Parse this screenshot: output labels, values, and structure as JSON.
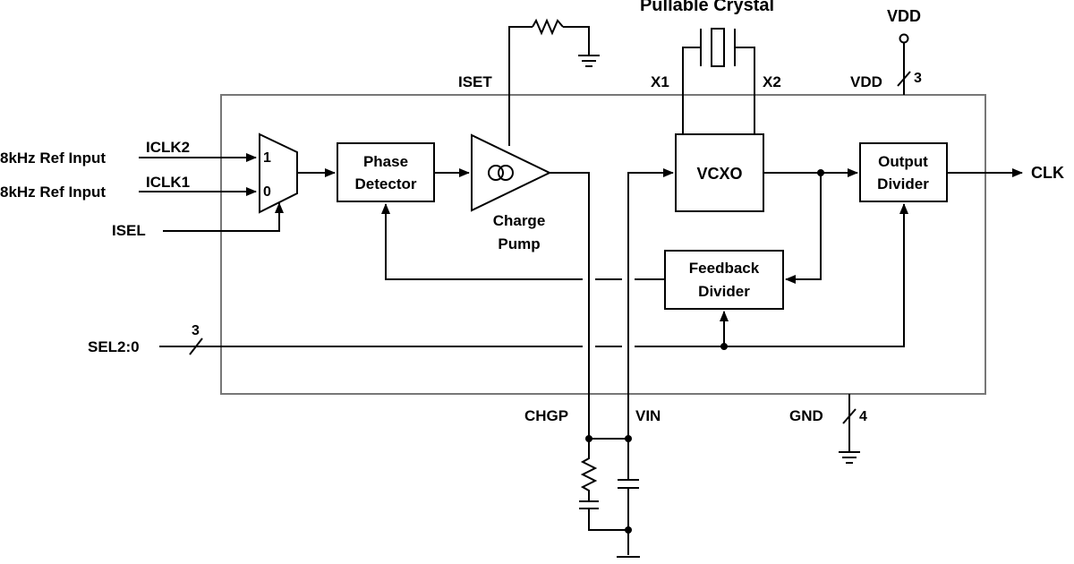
{
  "title": "Pullable Crystal",
  "pins": {
    "vdd_top": "VDD",
    "vdd_pin": "VDD",
    "vdd_count": "3",
    "x1": "X1",
    "x2": "X2",
    "iset": "ISET",
    "clk": "CLK",
    "chgp": "CHGP",
    "vin": "VIN",
    "gnd": "GND",
    "gnd_count": "4",
    "sel": "SEL2:0",
    "sel_count": "3",
    "isel": "ISEL"
  },
  "inputs": [
    {
      "label": "8kHz Ref Input",
      "pin": "ICLK2",
      "mux_index": "1"
    },
    {
      "label": "8kHz Ref Input",
      "pin": "ICLK1",
      "mux_index": "0"
    }
  ],
  "blocks": {
    "phase_detector": [
      "Phase",
      "Detector"
    ],
    "charge_pump": [
      "Charge",
      "Pump"
    ],
    "vcxo": "VCXO",
    "output_divider": [
      "Output",
      "Divider"
    ],
    "feedback_divider": [
      "Feedback",
      "Divider"
    ]
  }
}
